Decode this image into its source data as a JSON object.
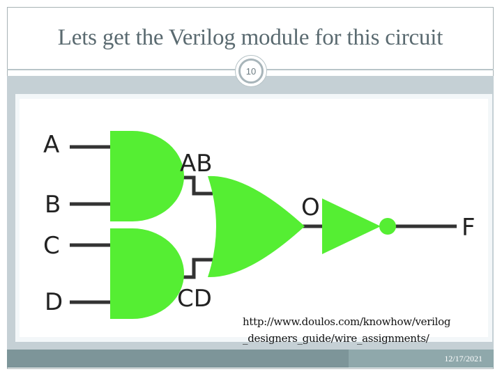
{
  "slide": {
    "title": "Lets get the Verilog module for this circuit",
    "number": "10",
    "date": "12/17/2021"
  },
  "diagram": {
    "inputs": [
      "A",
      "B",
      "C",
      "D"
    ],
    "intermediate": [
      "AB",
      "CD",
      "O"
    ],
    "output": "F",
    "gate_color": "#55ee33"
  },
  "reference": {
    "url_line1": "http://www.doulos.com/knowhow/verilog",
    "url_line2": "_designers_guide/wire_assignments/"
  }
}
